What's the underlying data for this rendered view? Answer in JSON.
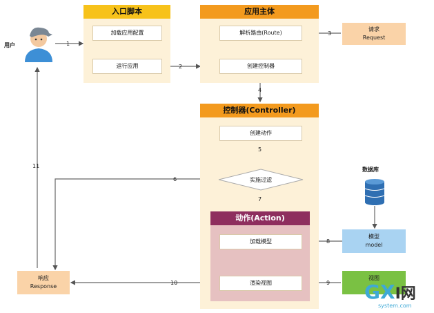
{
  "user": {
    "label": "用户"
  },
  "entry": {
    "title": "入口脚本",
    "load_config": "加载应用配置",
    "run_app": "运行应用"
  },
  "app": {
    "title": "应用主体",
    "route": "解析路由(Route)",
    "create_controller": "创建控制器"
  },
  "request": {
    "line1": "请求",
    "line2": "Request"
  },
  "controller": {
    "title": "控制器(Controller)",
    "create_action": "创建动作",
    "filter": "实施过滤"
  },
  "action": {
    "title": "动作(Action)",
    "load_model": "加载模型",
    "render_view": "渲染视图"
  },
  "database": {
    "label": "数据库"
  },
  "model": {
    "line1": "模型",
    "line2": "model"
  },
  "view": {
    "line1": "视图"
  },
  "response": {
    "line1": "响应",
    "line2": "Response"
  },
  "steps": {
    "s1": "1",
    "s2": "2",
    "s3": "3",
    "s4": "4",
    "s5": "5",
    "s6": "6",
    "s7": "7",
    "s8": "8",
    "s9": "9",
    "s10": "10",
    "s11": "11"
  },
  "watermark": {
    "g": "G",
    "xi": "X",
    "rest": "I网",
    "sub": "system.com"
  },
  "colors": {
    "panel": "#fdf1d8",
    "entry_header": "#f7c21a",
    "app_header": "#f39a1e",
    "action_header": "#8e2e5e",
    "action_panel": "#e6c1c1",
    "request": "#fad3a8",
    "model": "#a9d3f2",
    "view": "#7ac143",
    "response": "#fad3a8"
  }
}
